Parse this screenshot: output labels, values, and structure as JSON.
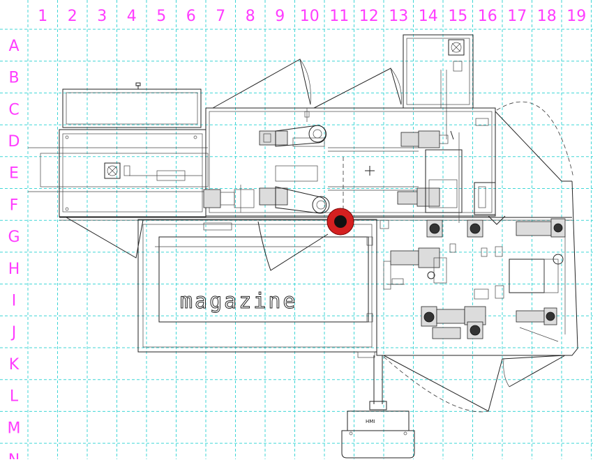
{
  "grid": {
    "columns": [
      "1",
      "2",
      "3",
      "4",
      "5",
      "6",
      "7",
      "8",
      "9",
      "10",
      "11",
      "12",
      "13",
      "14",
      "15",
      "16",
      "17",
      "18",
      "19"
    ],
    "rows": [
      "A",
      "B",
      "C",
      "D",
      "E",
      "F",
      "G",
      "H",
      "I",
      "J",
      "K",
      "L",
      "M",
      "N"
    ]
  },
  "labels": {
    "magazine": "magazine",
    "hmi": "HMI"
  },
  "colors": {
    "grid": "#3fd6d6",
    "grid_label": "#ff3cff",
    "marker_outer": "#d42020",
    "marker_inner": "#111111"
  }
}
